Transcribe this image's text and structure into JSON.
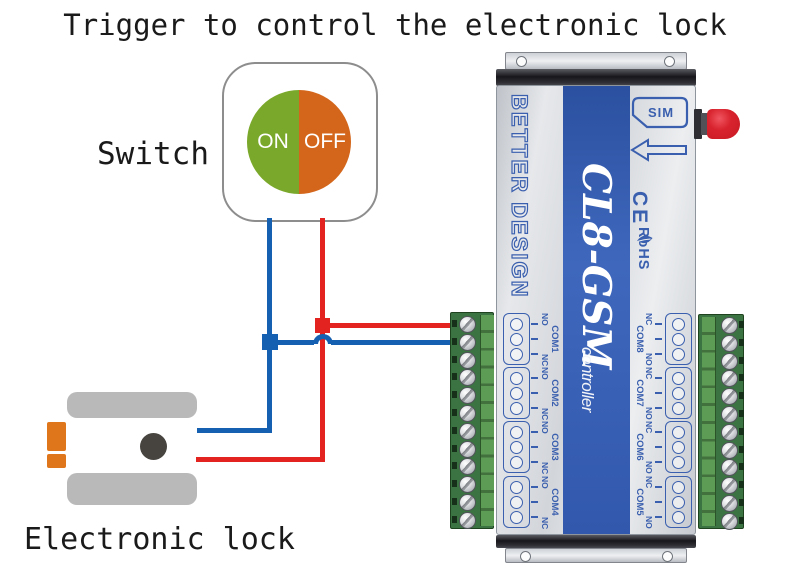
{
  "title": "Trigger to control the electronic lock",
  "switch": {
    "label": "Switch",
    "on_label": "ON",
    "off_label": "OFF"
  },
  "lock": {
    "label": "Electronic lock"
  },
  "device": {
    "brand": "BETTER DESIGN",
    "model": "CL8-GSM",
    "model_type": "controller",
    "sim_label": "SIM",
    "ce_mark": "CE",
    "rohs_mark": "RoHS",
    "left_relays": [
      {
        "top": "NO",
        "mid": "COM1",
        "bot": "NC"
      },
      {
        "top": "NO",
        "mid": "COM2",
        "bot": "NC"
      },
      {
        "top": "NO",
        "mid": "COM3",
        "bot": "NC"
      },
      {
        "top": "NO",
        "mid": "COM4",
        "bot": "NC"
      }
    ],
    "right_relays": [
      {
        "top": "NC",
        "mid": "COM8",
        "bot": "NO"
      },
      {
        "top": "NC",
        "mid": "COM7",
        "bot": "NO"
      },
      {
        "top": "NC",
        "mid": "COM6",
        "bot": "NO"
      },
      {
        "top": "NC",
        "mid": "COM5",
        "bot": "NO"
      }
    ],
    "screws_per_block": 12
  },
  "colors": {
    "wire_blue": "#1660b2",
    "wire_red": "#e2231f",
    "switch_green": "#7aa82a",
    "switch_orange": "#d3661b",
    "stripe_blue": "#3158ac",
    "label_blue": "#3a5fae",
    "antenna_red": "#c81a24",
    "terminal_green": "#3c7342",
    "terminal_green_light": "#5d9c55",
    "lock_gray": "#b9b9b9",
    "lock_circle": "#47443f",
    "lock_orange": "#e0761b"
  }
}
